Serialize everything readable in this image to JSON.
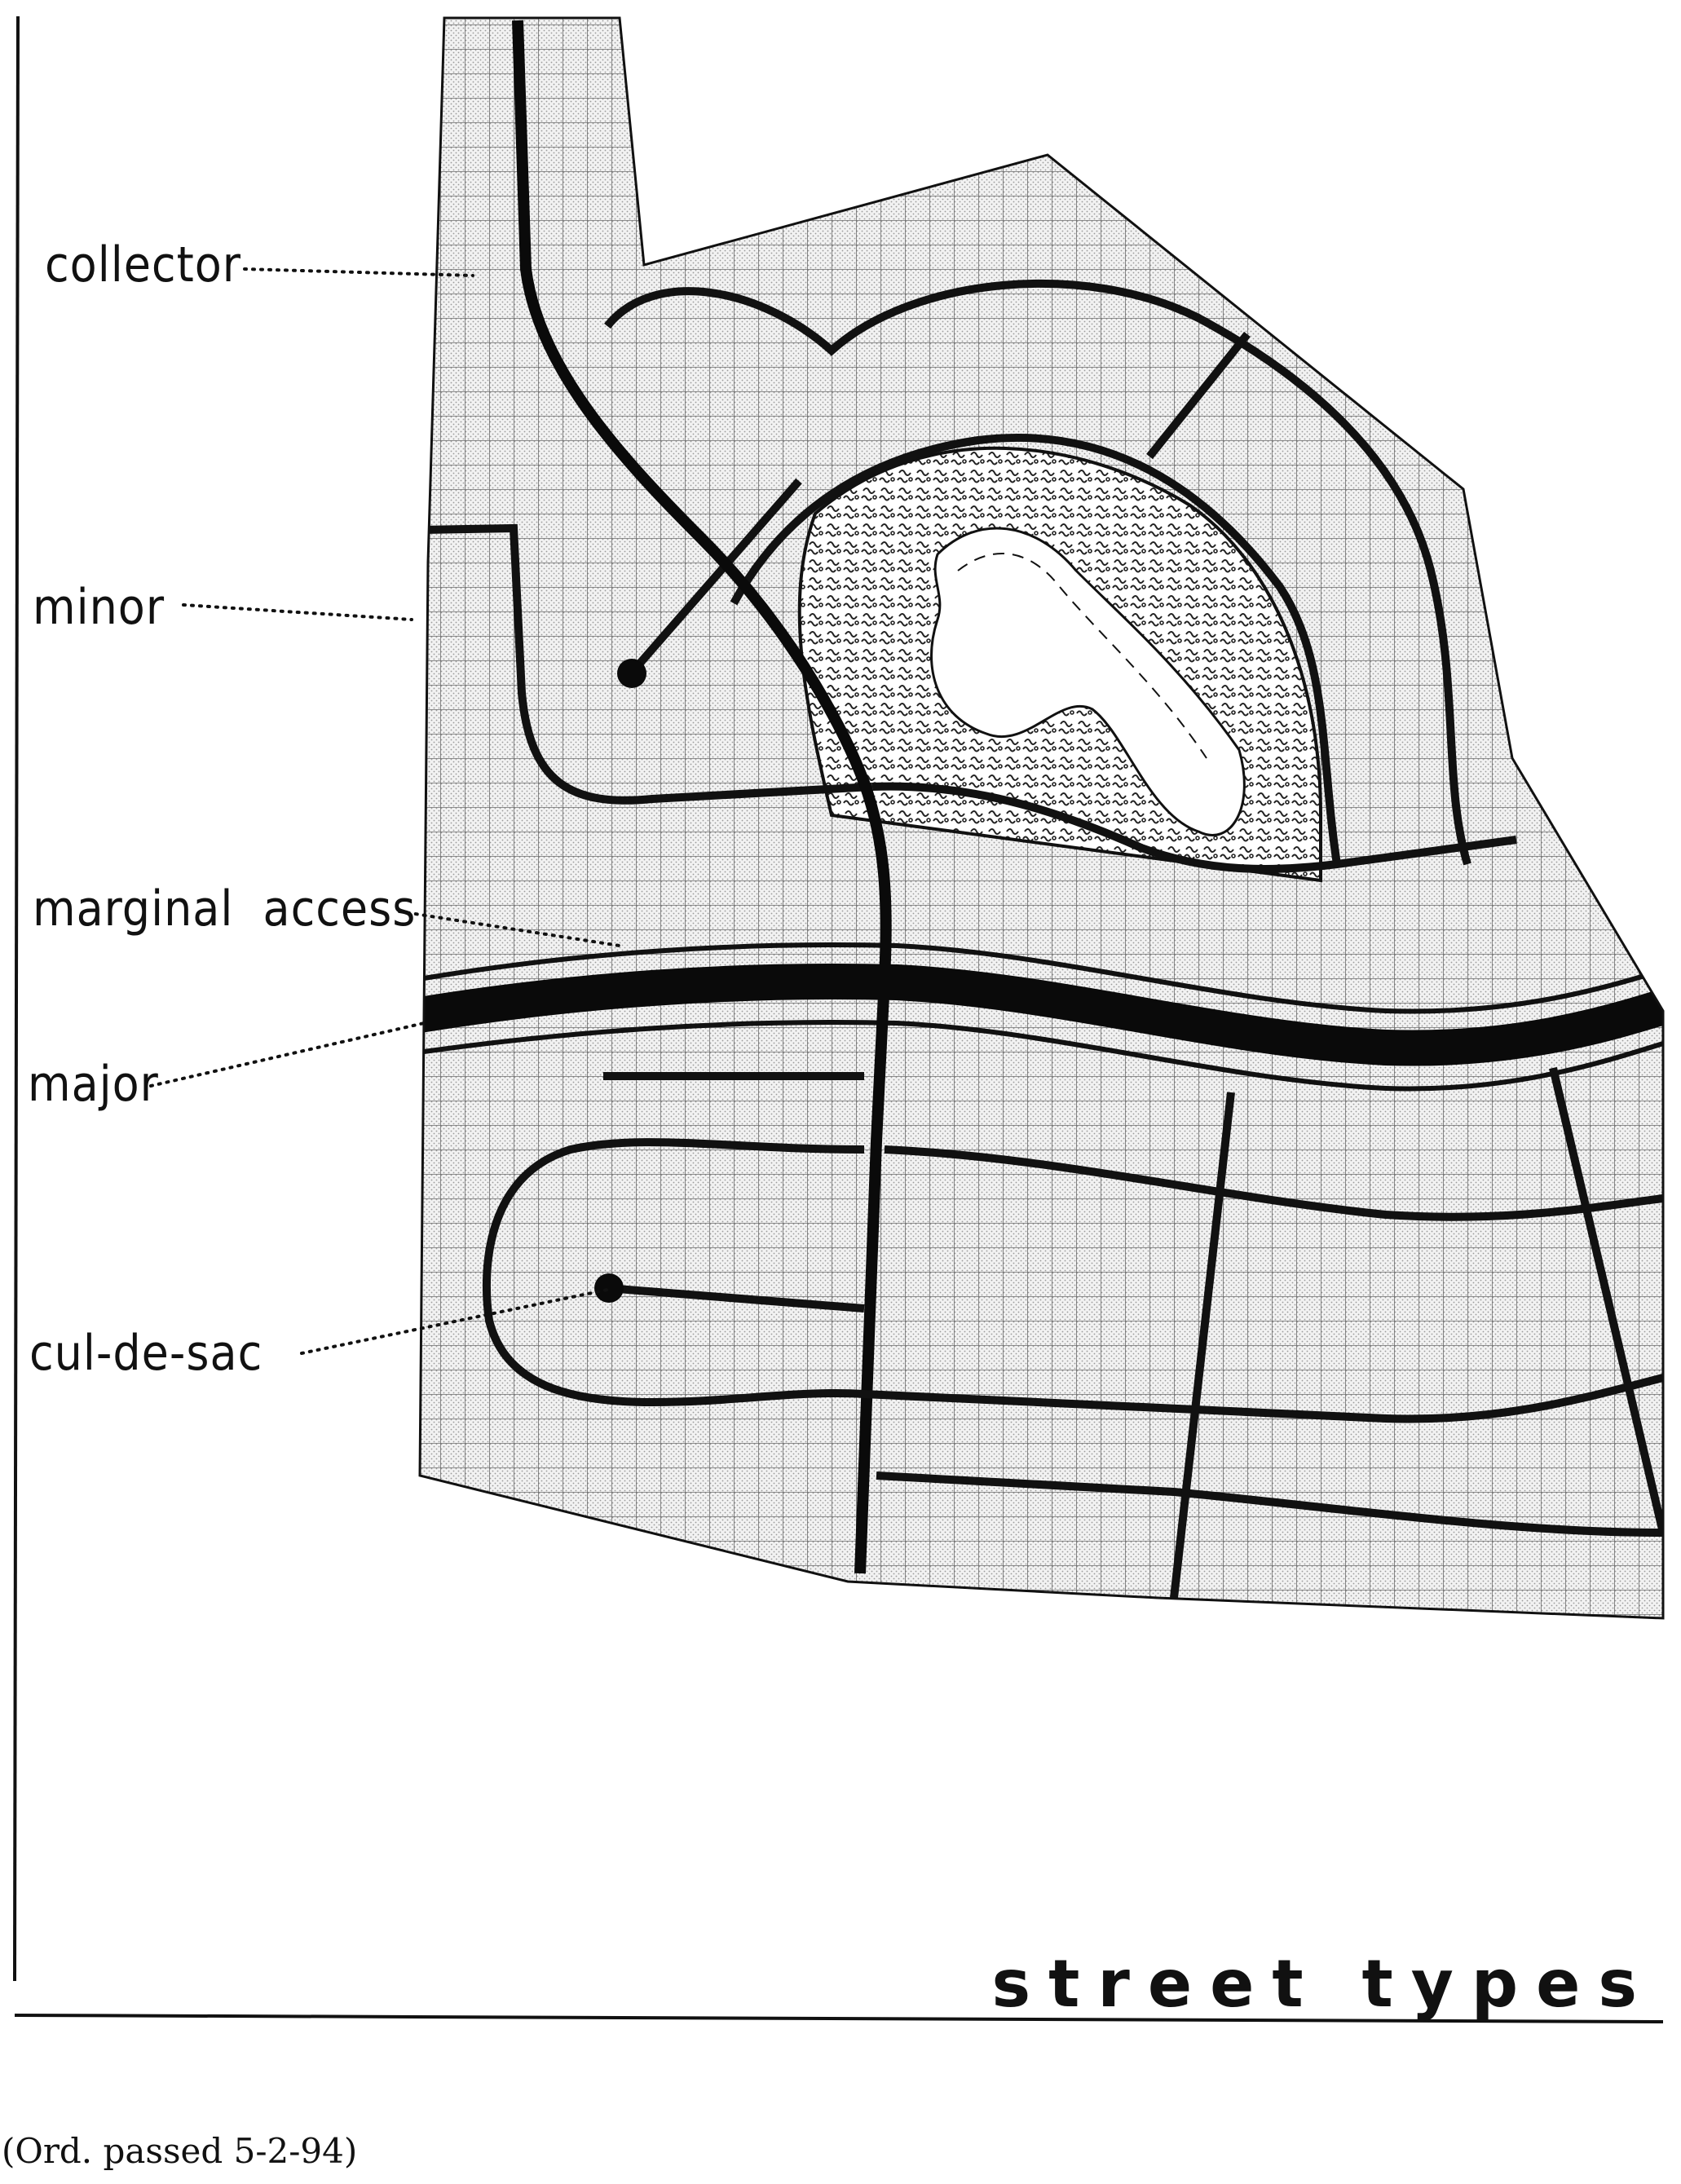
{
  "labels": {
    "collector": "collector",
    "minor": "minor",
    "marginal_access": "marginal access",
    "major": "major",
    "cul_de_sac": "cul-de-sac"
  },
  "title": "street types",
  "footnote": "(Ord. passed 5-2-94)"
}
